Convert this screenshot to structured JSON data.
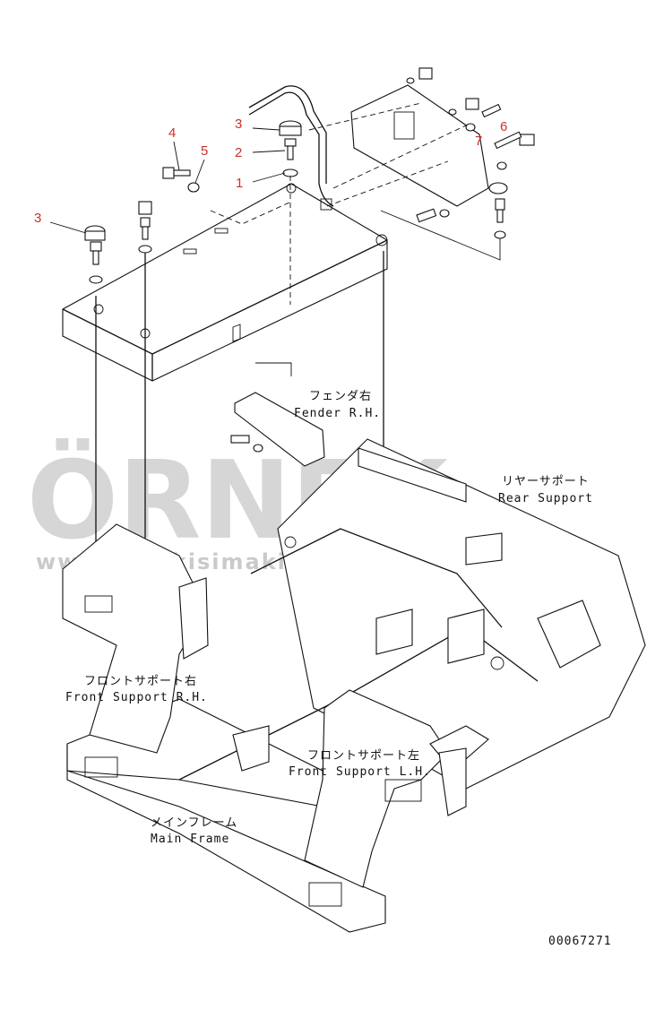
{
  "callouts": [
    {
      "id": "c1",
      "text": "1"
    },
    {
      "id": "c2",
      "text": "2"
    },
    {
      "id": "c3a",
      "text": "3"
    },
    {
      "id": "c3b",
      "text": "3"
    },
    {
      "id": "c4",
      "text": "4"
    },
    {
      "id": "c5",
      "text": "5"
    },
    {
      "id": "c6",
      "text": "6"
    },
    {
      "id": "c7",
      "text": "7"
    }
  ],
  "labels": {
    "fender_jp": "フェンダ右",
    "fender_en": "Fender R.H.",
    "rear_jp": "リヤーサポート",
    "rear_en": "Rear Support",
    "front_rh_jp": "フロントサポート右",
    "front_rh_en": "Front Support R.H.",
    "front_lh_jp": "フロントサポート左",
    "front_lh_en": "Front Support L.H.",
    "main_jp": "メインフレーム",
    "main_en": "Main Frame"
  },
  "drawing_number": "00067271",
  "watermark": {
    "brand": "ÖRNEK",
    "url": "www.ornekisimakina.com.tr"
  },
  "colors": {
    "callout": "#c8322a",
    "line": "#111111",
    "watermark": "#8c8c8c"
  }
}
